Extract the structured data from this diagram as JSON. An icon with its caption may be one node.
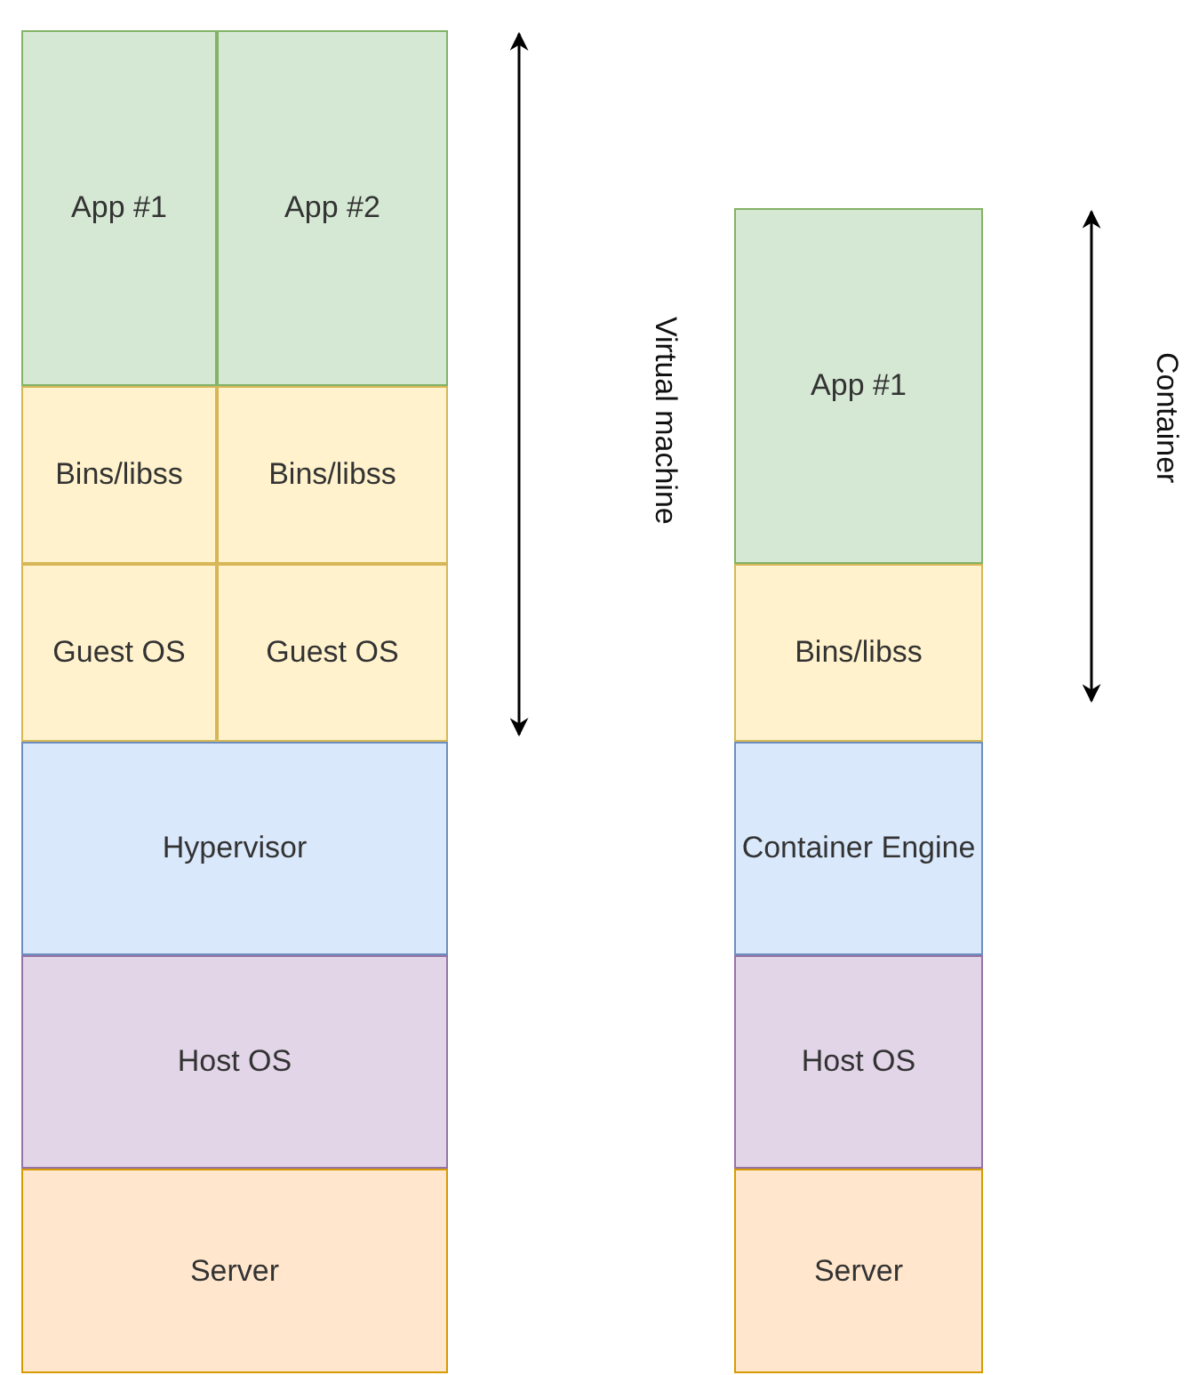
{
  "diagram": {
    "nodes": [
      {
        "text": [
          "App #1"
        ]
      },
      {
        "text": [
          "App #2"
        ]
      },
      {
        "text": [
          "Bins/libss"
        ]
      },
      {
        "text": [
          "Bins/libss"
        ]
      },
      {
        "text": [
          "Guest OS"
        ]
      },
      {
        "text": [
          "Guest OS"
        ]
      },
      {
        "text": [
          "Hypervisor"
        ]
      },
      {
        "text": [
          "Host OS"
        ]
      },
      {
        "text": [
          "Server"
        ]
      },
      {
        "text": [
          "App #1"
        ]
      },
      {
        "text": [
          "Bins/libss"
        ]
      },
      {
        "text": [
          "Container Engine"
        ]
      },
      {
        "text": [
          "Host OS"
        ]
      },
      {
        "text": [
          "Server"
        ]
      }
    ],
    "labels": [
      "Virtual machine",
      "Container"
    ]
  }
}
